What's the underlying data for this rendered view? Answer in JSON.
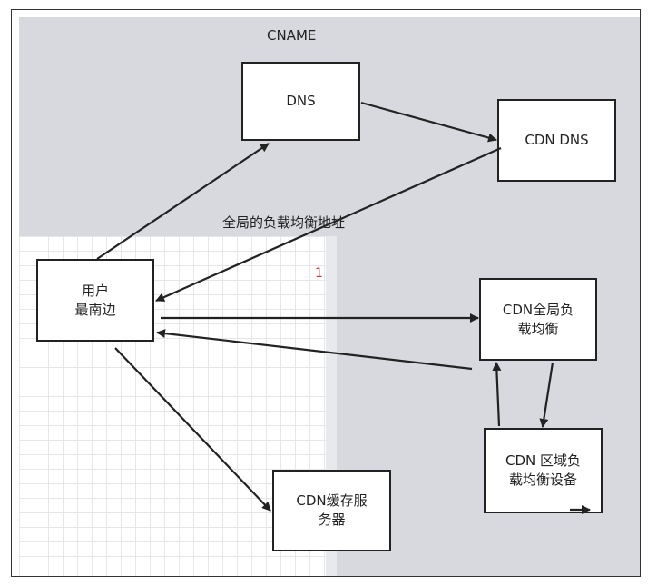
{
  "title": "CNAME",
  "edge_label": "全局的负载均衡地址",
  "page_number": "1",
  "nodes": {
    "dns": "DNS",
    "cdn_dns": "CDN DNS",
    "user": "用户\n最南边",
    "cdn_glb": "CDN全局负\n载均衡",
    "cdn_region": "CDN 区域负\n载均衡设备",
    "cdn_cache": "CDN缓存服\n务器"
  }
}
